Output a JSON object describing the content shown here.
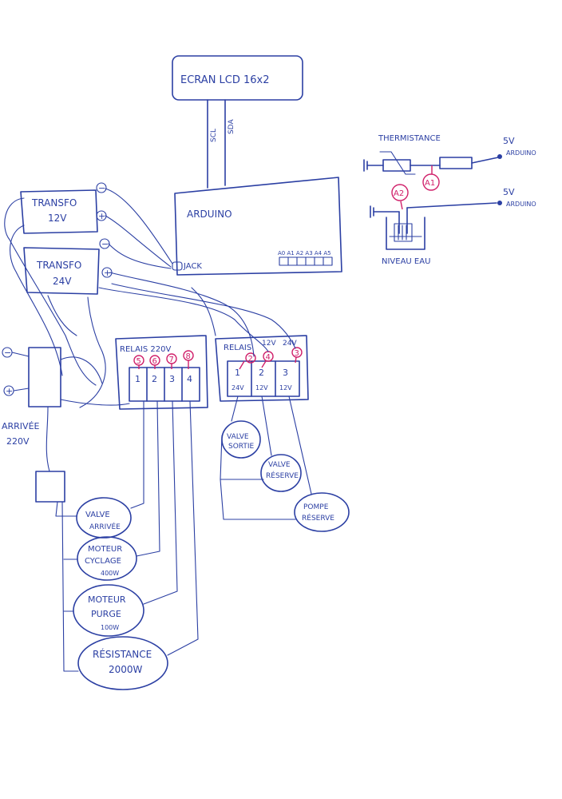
{
  "lcd": {
    "label": "ECRAN LCD   16x2",
    "scl": "SCL",
    "sda": "SDA"
  },
  "arduino": {
    "label": "ARDUINO",
    "jack": "JACK",
    "pins": "A0 A1 A2 A3 A4 A5"
  },
  "transfo12": {
    "line1": "TRANSFO",
    "line2": "12V",
    "minus": "−",
    "plus": "+"
  },
  "transfo24": {
    "line1": "TRANSFO",
    "line2": "24V",
    "minus": "−",
    "plus": "+"
  },
  "arrivee": {
    "line1": "ARRIVÉE",
    "line2": "220V",
    "minus": "−",
    "plus": "+"
  },
  "relais220": {
    "title": "RELAIS 220V",
    "channels": [
      "1",
      "2",
      "3",
      "4"
    ],
    "pins": [
      "5",
      "6",
      "7",
      "8"
    ]
  },
  "relais12": {
    "title": "RELAIS",
    "header_12v": "12V",
    "header_24v": "24V",
    "channels": [
      "1",
      "2",
      "3"
    ],
    "voltages": [
      "24V",
      "12V",
      "12V"
    ],
    "pins": [
      "2",
      "4",
      "3"
    ]
  },
  "loads": {
    "valve_sortie": [
      "VALVE",
      "SORTIE"
    ],
    "valve_reserve": [
      "VALVE",
      "RÉSERVE"
    ],
    "pompe_reserve": [
      "POMPE",
      "RÉSERVE"
    ],
    "valve_arrivee": [
      "VALVE",
      "ARRIVÉE"
    ],
    "moteur_cyclage": [
      "MOTEUR",
      "CYCLAGE",
      "400W"
    ],
    "moteur_purge": [
      "MOTEUR",
      "PURGE",
      "100W"
    ],
    "resistance": [
      "RÉSISTANCE",
      "2000W"
    ]
  },
  "sensors": {
    "thermistance": "THERMISTANCE",
    "niveau": "NIVEAU EAU",
    "v5_top": "5V",
    "arduino_top": "ARDUINO",
    "v5_bottom": "5V",
    "arduino_bottom": "ARDUINO",
    "a1": "A1",
    "a2": "A2"
  }
}
